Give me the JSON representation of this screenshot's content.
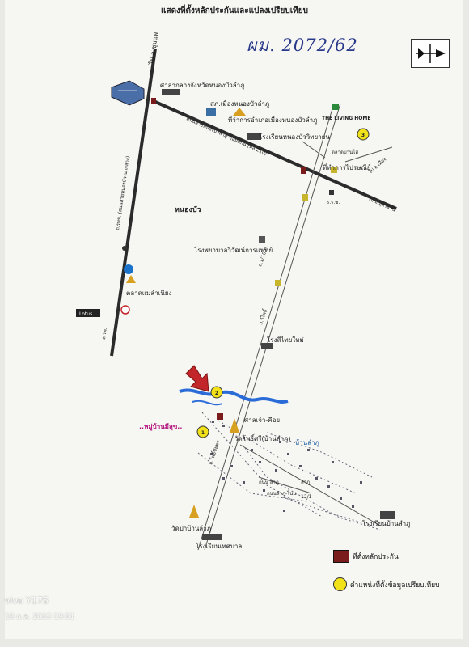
{
  "title": "แสดงที่ตั้งหลักประกันและแปลงเปรียบเทียบ",
  "doc_number": "ผม. 2072/62",
  "labels": {
    "road_north": "ไป อ.ชุมแพ",
    "provincial_hall": "ศาลากลางจังหวัดหนองบัวลำภู",
    "district_office": "สภ.เมืองหนองบัวลำภู",
    "land_office": "ที่ว่าการอำเภอเมืองหนองบัวลำภู",
    "living_home": "THE LIVING HOME",
    "school_north": "โรงเรียนหนองบัววิทยายน",
    "highway_ne": "ถนนสายหนองบัวลำภู-ขอนแก่น (ทล.210)",
    "road_west": "ถ.รพช. (ถนนสายหนองบัว-นากลาง)",
    "town": "หนองบัว",
    "post_office": "ที่ทำการไปรษณีย์",
    "to_udon": "ไป อ.อุดรธานี",
    "market_north": "ตลาดบ้านโส",
    "rsch": "ร.ร.ช.",
    "to_east": "ไป อ.เมือง",
    "hospital": "โรงพยาบาลวิวัฒน์การแพทย์",
    "market": "ตลาดแม่สำเนียง",
    "lotus": "Lotus",
    "mill": "โรงสีไทยใหม่",
    "village_sukhum": "..หมู่บ้านมีสุข..",
    "shrine": "ศาลเจ้า-คือย",
    "temple_ban_lamphu": "วัดโพธิ์ศรี(บ้านลำภู)",
    "ban_lamphu": "บ้านลำภู",
    "road_center": "ถ.โพธิ์ชัยพร",
    "road_center2": "ถ.วีโพธิ์",
    "road_mid": "ถนน ลำภู",
    "road_east1": "ลำภู",
    "road_east2": "ถนนลำภู-โนน",
    "road_12": "12/1",
    "temple_lamphu": "วัดป่าบ้านลำภู",
    "school_khetbaan": "โรงเรียนเทศบาล",
    "school_ban_lamphu": "โรงเรียนบ้านลำภู",
    "road_vert": "ถ.1/10 ถ.",
    "road_left_small": "ถ.รพ."
  },
  "markers": [
    "1",
    "2",
    "3"
  ],
  "legend": {
    "collateral": "ที่ตั้งหลักประกัน",
    "comparison": "ตำแหน่งที่ตั้งข้อมูลเปรียบเทียบ"
  },
  "stamp": {
    "device": "vivo Y17S",
    "datetime": "19 ธ.ค. 2019 19:01"
  },
  "colors": {
    "road": "#2b2b2b",
    "river": "#2a6bd8",
    "collateral": "#7a1c1c",
    "comparison": "#f2e21a",
    "arrow": "#c3262a",
    "village_label": "#b3127e"
  }
}
